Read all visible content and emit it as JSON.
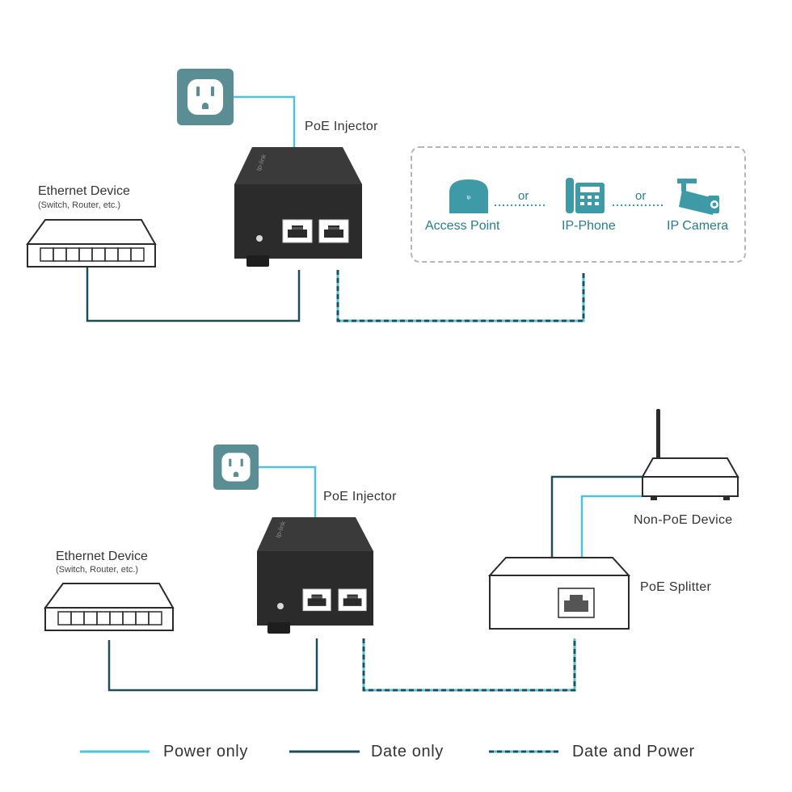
{
  "colors": {
    "power_line": "#4cc3d9",
    "data_line": "#1f4e57",
    "teal_icon": "#3f9aa8",
    "outlet_bg": "#5a8e94",
    "injector_body": "#2b2b2b"
  },
  "top_diagram": {
    "ethernet_device": {
      "title": "Ethernet Device",
      "subtitle": "(Switch, Router, etc.)"
    },
    "injector_label": "PoE Injector",
    "pd_options": [
      {
        "label": "Access Point",
        "icon": "access-point-icon"
      },
      {
        "label": "IP-Phone",
        "icon": "ip-phone-icon"
      },
      {
        "label": "IP Camera",
        "icon": "ip-camera-icon"
      }
    ],
    "or_text": "or"
  },
  "bottom_diagram": {
    "ethernet_device": {
      "title": "Ethernet Device",
      "subtitle": "(Switch, Router, etc.)"
    },
    "injector_label": "PoE Injector",
    "non_poe_label": "Non-PoE Device",
    "splitter_label": "PoE Splitter"
  },
  "legend": [
    {
      "label": "Power only",
      "style": "solid-light"
    },
    {
      "label": "Date only",
      "style": "solid-dark"
    },
    {
      "label": "Date and Power",
      "style": "dashed"
    }
  ]
}
